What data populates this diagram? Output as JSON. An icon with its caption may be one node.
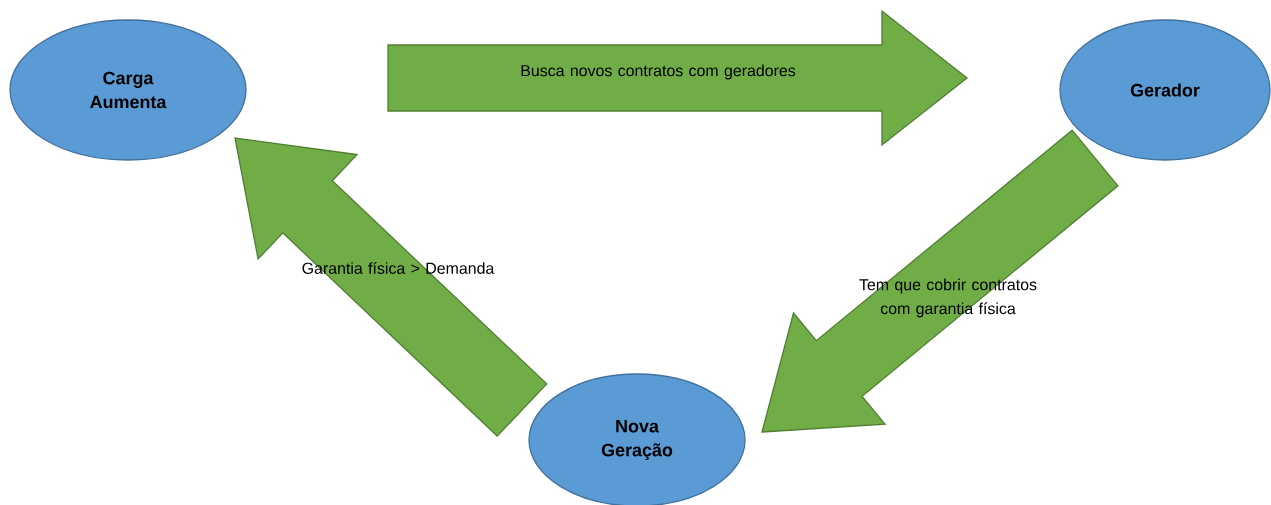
{
  "diagram": {
    "nodes": [
      {
        "text": [
          "Carga Aumenta"
        ]
      },
      {
        "text": [
          "Gerador"
        ]
      },
      {
        "text": [
          "Nova Geração"
        ]
      }
    ],
    "edges": [
      {
        "from": 0,
        "to": 1,
        "arrow": "to",
        "label": "Busca novos contratos com geradores"
      },
      {
        "from": 1,
        "to": 2,
        "arrow": "to",
        "label": "Tem que cobrir contratos com garantia física"
      },
      {
        "from": 2,
        "to": 0,
        "arrow": "to",
        "label": "Garantia física > Demanda"
      }
    ]
  }
}
